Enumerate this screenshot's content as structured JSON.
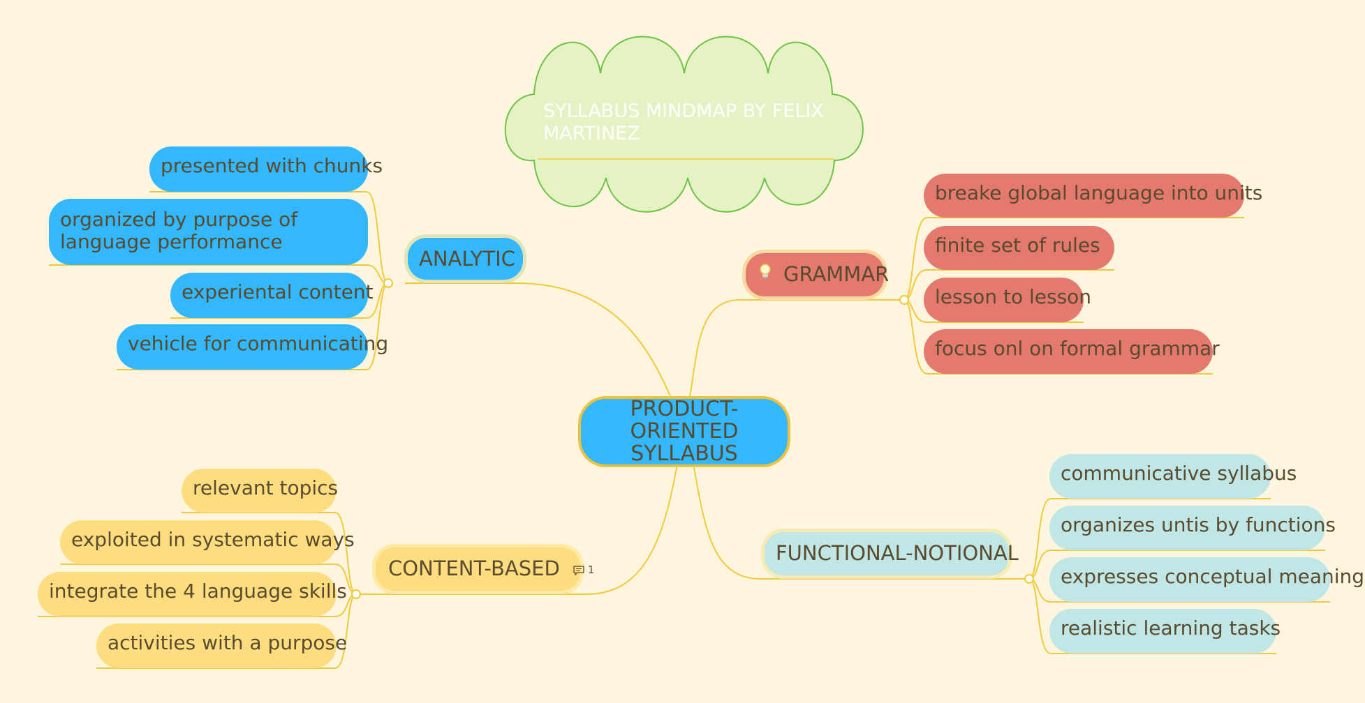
{
  "title": "SYLLABUS MINDMAP BY FELIX MARTINEZ",
  "central": "PRODUCT-ORIENTED SYLLABUS",
  "colors": {
    "background": "#fdf5de",
    "connector": "#f3c93a",
    "cloud_fill": "#e5f2c3",
    "cloud_stroke": "#6cc344"
  },
  "analytic": {
    "label": "ANALYTIC",
    "items": [
      "presented with chunks",
      "organized by purpose of language performance",
      "experiental content",
      "vehicle for communicating"
    ]
  },
  "grammar": {
    "label": "GRAMMAR",
    "icon": "lightbulb-icon",
    "items": [
      "breake global language into units",
      "finite set of rules",
      "lesson to lesson",
      "focus onl on formal grammar"
    ]
  },
  "content_based": {
    "label": "CONTENT-BASED",
    "comment_count": "1",
    "items": [
      "relevant topics",
      "exploited in systematic ways",
      "integrate the 4 language skills",
      "activities with a purpose"
    ]
  },
  "functional": {
    "label": "FUNCTIONAL-NOTIONAL",
    "items": [
      "communicative syllabus",
      "organizes untis by functions",
      "expresses conceptual meaning",
      "realistic learning tasks"
    ]
  }
}
